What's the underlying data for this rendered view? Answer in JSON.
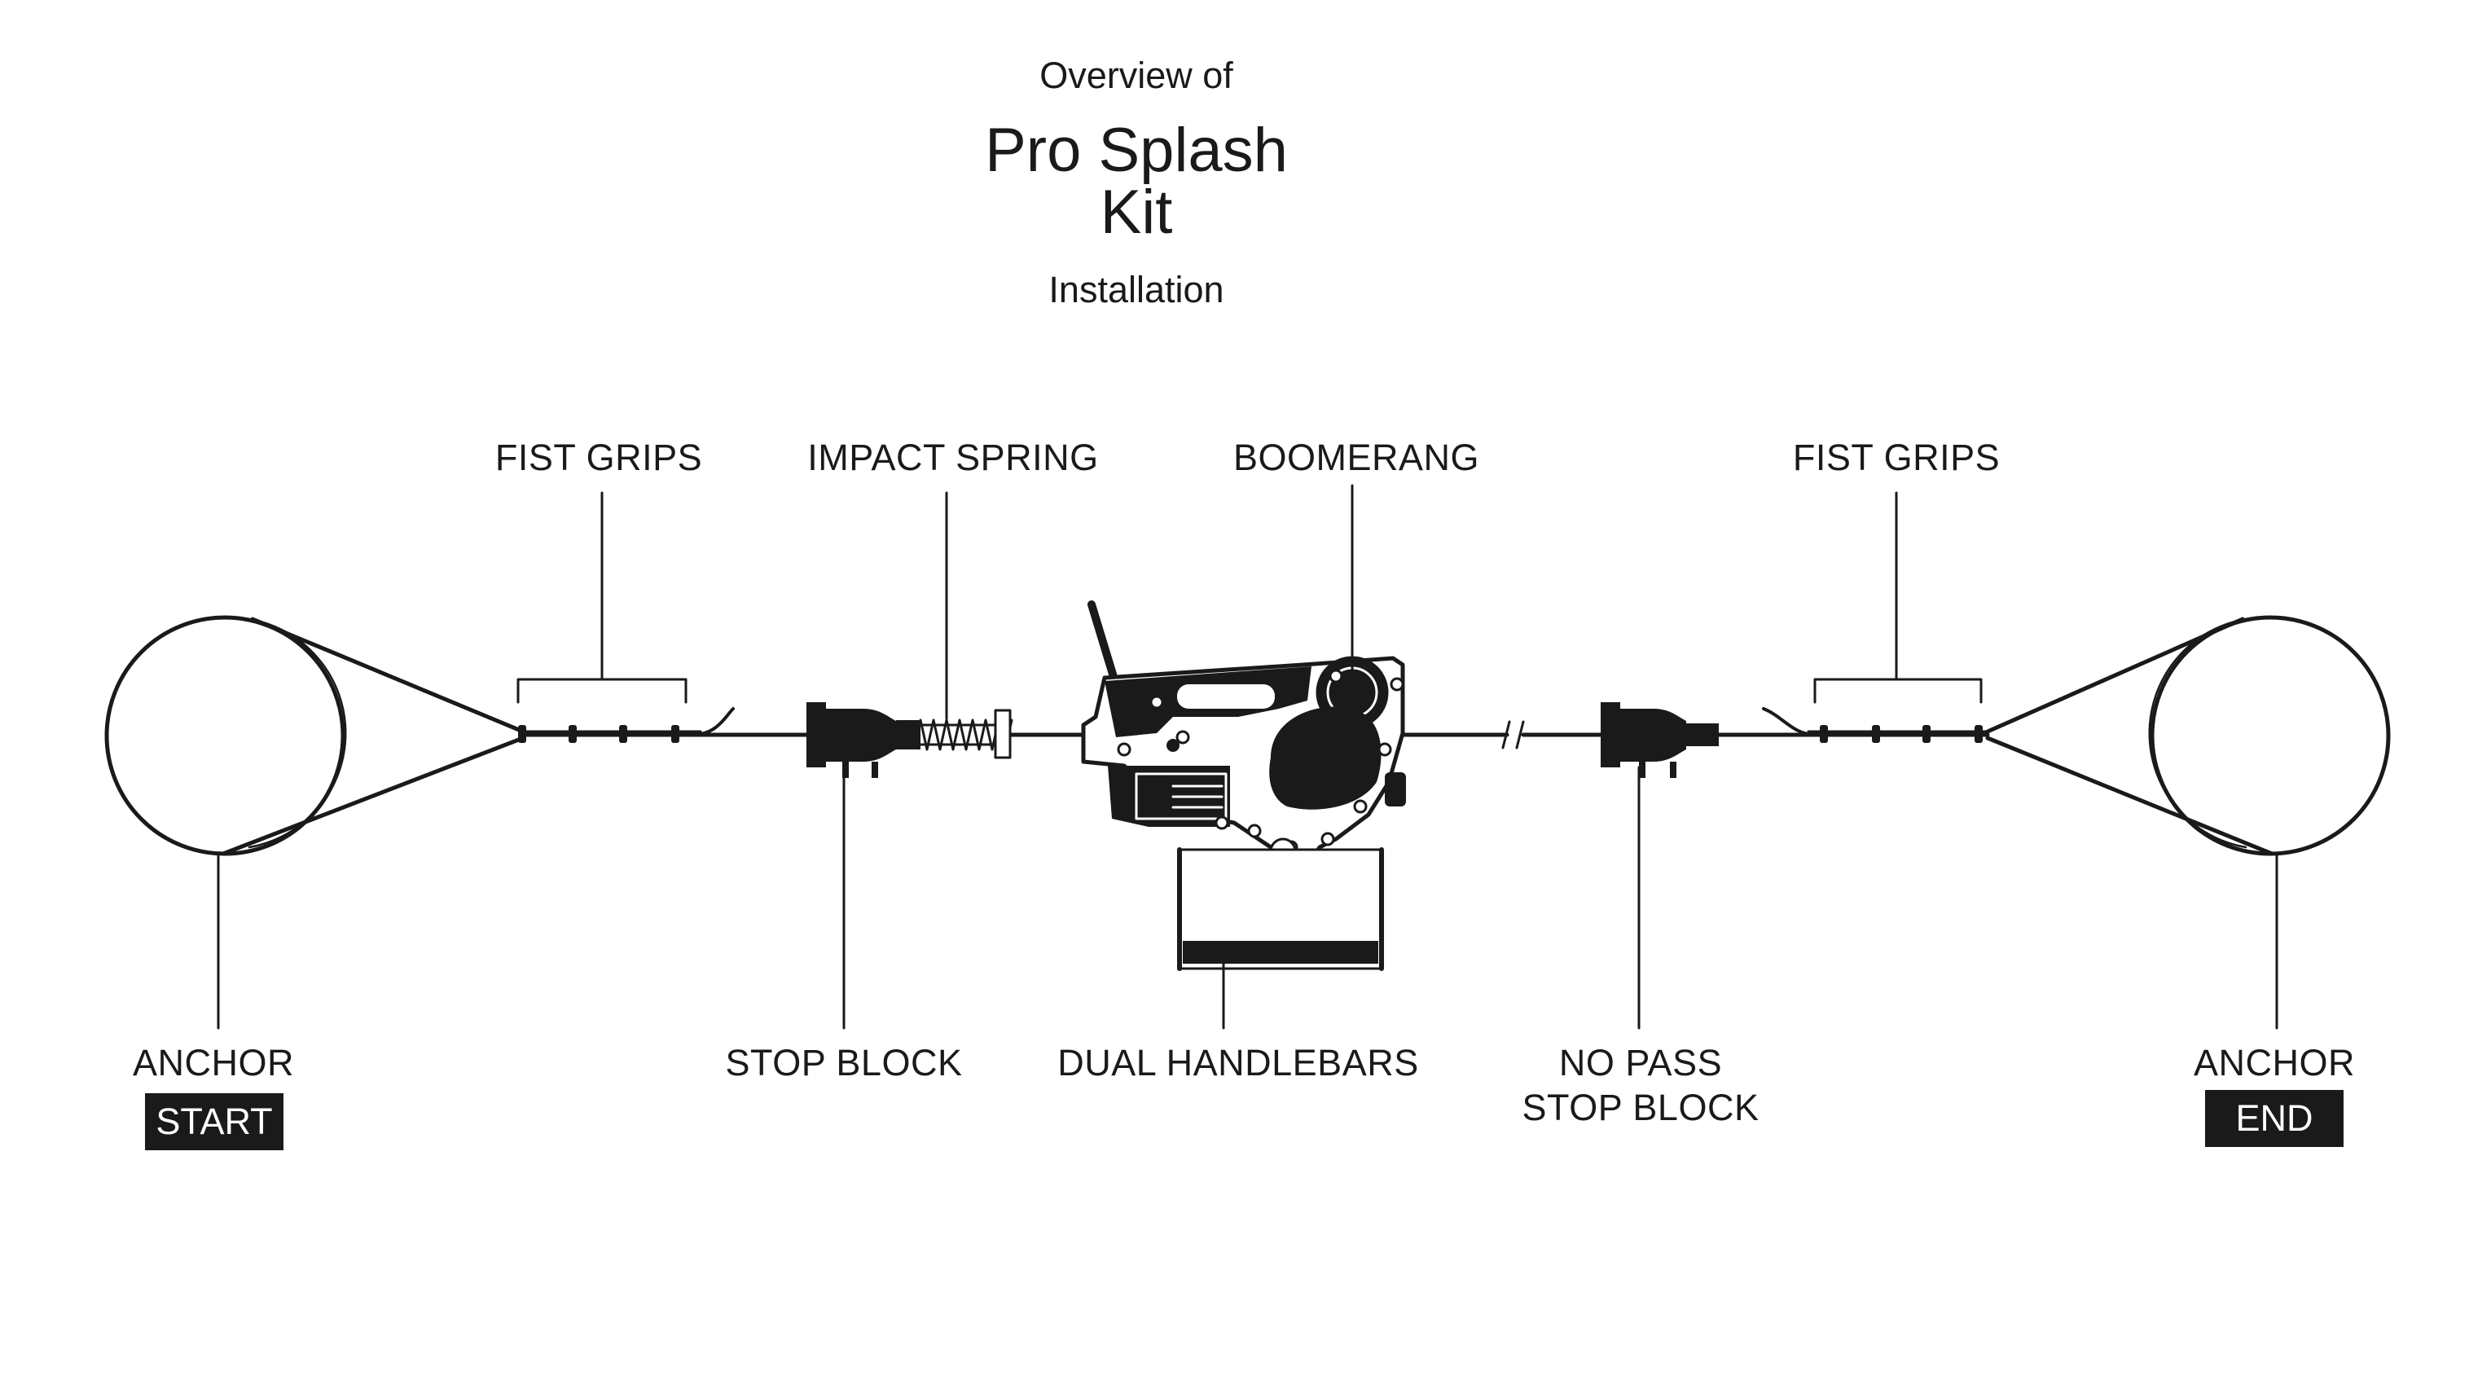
{
  "title": {
    "pre": "Overview of",
    "main": "Pro Splash Kit",
    "post": "Installation"
  },
  "labels": {
    "fist_grips_left": "FIST GRIPS",
    "impact_spring": "IMPACT SPRING",
    "boomerang": "BOOMERANG",
    "fist_grips_right": "FIST GRIPS",
    "anchor_left": "ANCHOR",
    "stop_block": "STOP BLOCK",
    "dual_handlebars": "DUAL HANDLEBARS",
    "no_pass_line1": "NO PASS",
    "no_pass_line2": "STOP BLOCK",
    "anchor_right": "ANCHOR"
  },
  "badges": {
    "start": "START",
    "end": "END"
  },
  "colors": {
    "ink": "#1a1a1a",
    "background": "#ffffff"
  }
}
